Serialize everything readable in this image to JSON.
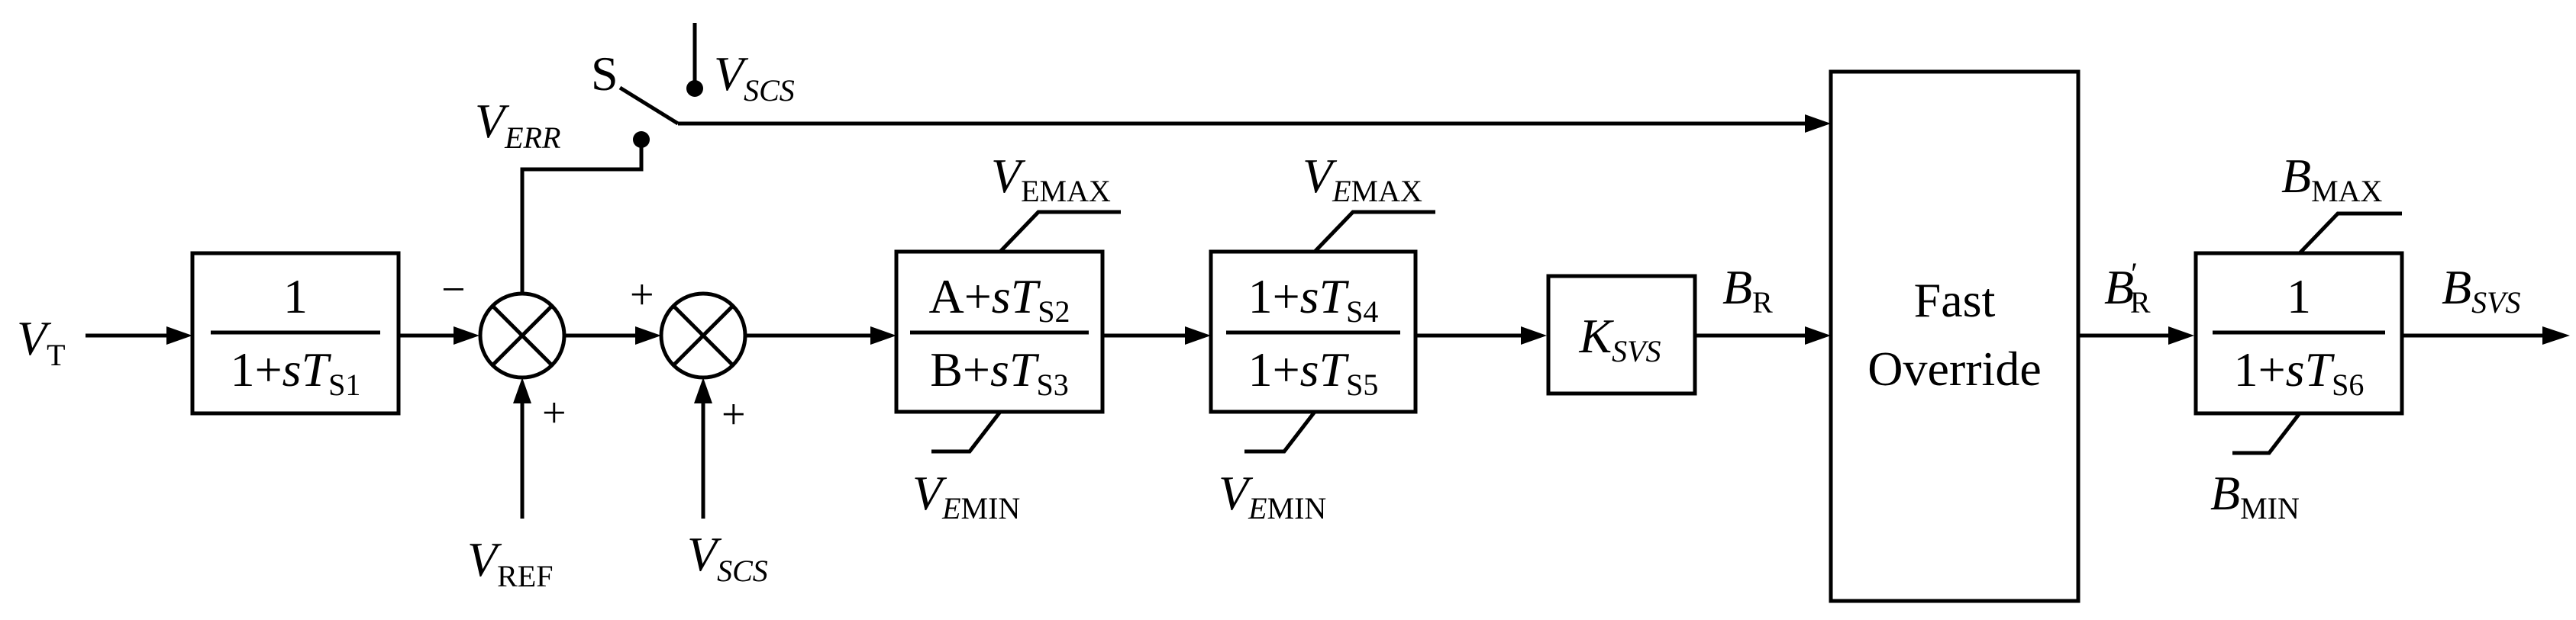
{
  "diagram": {
    "labels": {
      "vt_main": "V",
      "vt_sub": "T",
      "verr_main": "V",
      "verr_sub": "ERR",
      "vref_main": "V",
      "vref_sub": "REF",
      "vscs_main": "V",
      "vscs_sub": "SCS",
      "switch_s": "S",
      "vemax_main": "V",
      "vemax_sub": "EMAX",
      "vemax2_sub_a": "E",
      "vemax2_sub_b": "MAX",
      "vemin_sub_a": "E",
      "vemin_sub_b": "MIN",
      "br_main": "B",
      "br_sub": "R",
      "brp_main": "B",
      "brp_prime": "′",
      "bmax_main": "B",
      "bmax_sub": "MAX",
      "bmin_main": "B",
      "bmin_sub": "MIN",
      "bsvs_main": "B",
      "bsvs_sub": "SVS",
      "minus": "−",
      "plus": "+"
    },
    "blocks": {
      "tf1": {
        "num": "1",
        "den_prefix": "1+",
        "den_s": "s",
        "den_T": "T",
        "den_sub": "S1"
      },
      "tf2": {
        "num_prefix": "A+",
        "num_s": "s",
        "num_T": "T",
        "num_sub": "S2",
        "den_prefix": "B+",
        "den_s": "s",
        "den_T": "T",
        "den_sub": "S3"
      },
      "tf3": {
        "num_prefix": "1+",
        "num_s": "s",
        "num_T": "T",
        "num_sub": "S4",
        "den_prefix": "1+",
        "den_s": "s",
        "den_T": "T",
        "den_sub": "S5"
      },
      "ksvs": {
        "main": "K",
        "sub": "SVS"
      },
      "override": {
        "line1": "Fast",
        "line2": "Override"
      },
      "tf6": {
        "num": "1",
        "den_prefix": "1+",
        "den_s": "s",
        "den_T": "T",
        "den_sub": "S6"
      }
    }
  }
}
